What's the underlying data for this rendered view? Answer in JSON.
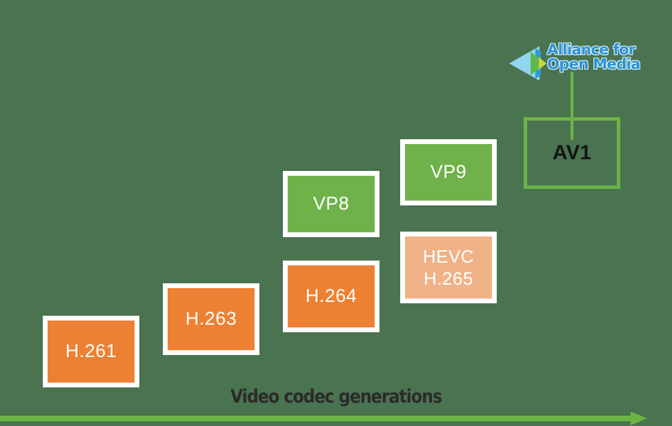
{
  "figure": {
    "background_color": "#4a7350",
    "caption": "Video codec generations",
    "axis": {
      "name": "timeline-arrow",
      "color": "#6cb544",
      "direction": "left-to-right"
    }
  },
  "logo": {
    "name": "alliance-for-open-media-logo",
    "line1": "Alliance for",
    "line2": "Open Media",
    "text_color": "#2a93d5",
    "mark_colors": {
      "outer_triangle": "#8fd6f2",
      "inner_triangle_left": "#2f9bd6",
      "inner_triangle_right": "#5fb94b",
      "inner_triangle_tip": "#c4d93f"
    }
  },
  "codecs": [
    {
      "id": "h261",
      "label": "H.261",
      "lines": [
        "H.261"
      ],
      "style": "filled-orange",
      "fill_color": "#ed8133",
      "text_color": "#ffffff",
      "border_color": "#ffffff",
      "generation": 1
    },
    {
      "id": "h263",
      "label": "H.263",
      "lines": [
        "H.263"
      ],
      "style": "filled-orange",
      "fill_color": "#ed8133",
      "text_color": "#ffffff",
      "border_color": "#ffffff",
      "generation": 2
    },
    {
      "id": "h264",
      "label": "H.264",
      "lines": [
        "H.264"
      ],
      "style": "filled-orange",
      "fill_color": "#ed8133",
      "text_color": "#ffffff",
      "border_color": "#ffffff",
      "generation": 3
    },
    {
      "id": "vp8",
      "label": "VP8",
      "lines": [
        "VP8"
      ],
      "style": "filled-green",
      "fill_color": "#6fb24a",
      "text_color": "#ffffff",
      "border_color": "#ffffff",
      "generation": 3
    },
    {
      "id": "hevc",
      "label": "HEVC H.265",
      "lines": [
        "HEVC",
        "H.265"
      ],
      "style": "filled-orange-light",
      "fill_color": "#f0b287",
      "text_color": "#ffffff",
      "border_color": "#ffffff",
      "generation": 4
    },
    {
      "id": "vp9",
      "label": "VP9",
      "lines": [
        "VP9"
      ],
      "style": "filled-green",
      "fill_color": "#6fb24a",
      "text_color": "#ffffff",
      "border_color": "#ffffff",
      "generation": 4
    },
    {
      "id": "av1",
      "label": "AV1",
      "lines": [
        "AV1"
      ],
      "style": "outlined-green",
      "fill_color": "transparent",
      "text_color": "#141414",
      "border_color": "#6cb544",
      "generation": 5
    }
  ]
}
